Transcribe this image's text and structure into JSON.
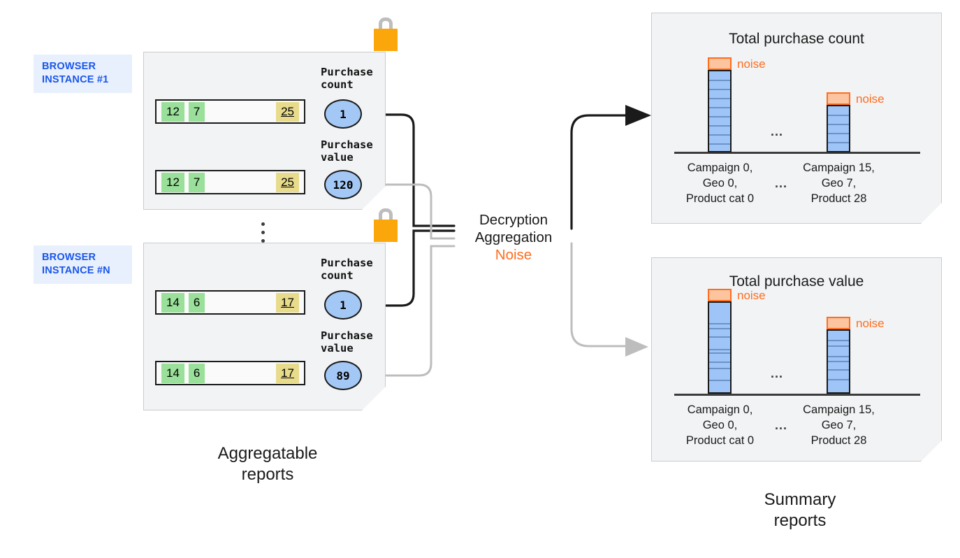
{
  "browser_instances": [
    {
      "tag": "BROWSER\nINSTANCE #1",
      "lock_icon": "padlock-icon",
      "rows": [
        {
          "metric_label": "Purchase\ncount",
          "badge_value": "1",
          "cells": [
            "12",
            "7",
            "25"
          ]
        },
        {
          "metric_label": "Purchase\nvalue",
          "badge_value": "120",
          "cells": [
            "12",
            "7",
            "25"
          ]
        }
      ]
    },
    {
      "tag": "BROWSER\nINSTANCE #N",
      "lock_icon": "padlock-icon",
      "rows": [
        {
          "metric_label": "Purchase\ncount",
          "badge_value": "1",
          "cells": [
            "14",
            "6",
            "17"
          ]
        },
        {
          "metric_label": "Purchase\nvalue",
          "badge_value": "89",
          "cells": [
            "14",
            "6",
            "17"
          ]
        }
      ]
    }
  ],
  "instances_ellipsis": "vertical-ellipsis",
  "process": {
    "line1": "Decryption",
    "line2": "Aggregation",
    "line3": "Noise"
  },
  "captions": {
    "left": "Aggregatable\nreports",
    "right": "Summary\nreports"
  },
  "colors": {
    "accent_blue": "#1a56e8",
    "tag_background": "#e8f0fe",
    "panel_fill": "#f1f3f4",
    "panel_border": "#c9cccf",
    "bar_blue": "#9fc5f8",
    "badge_blue": "#a4c8f5",
    "cell_green": "#9ae09a",
    "cell_yellow": "#e8dc8c",
    "noise_orange": "#ff6d1f",
    "noise_fill": "#fdc4a0",
    "lock_body": "#fba60a",
    "lock_shackle": "#bdbdbd",
    "wire_black": "#1a1a1a",
    "wire_grey": "#bdbdbd"
  },
  "chart_data": [
    {
      "type": "bar",
      "title": "Total purchase count",
      "categories": [
        "Campaign 0,\nGeo 0,\nProduct cat 0",
        "Campaign 15,\nGeo 7,\nProduct 28"
      ],
      "values": [
        9,
        5
      ],
      "noise": [
        1,
        1
      ],
      "noise_label": "noise",
      "segments": [
        [
          1,
          1,
          1,
          1,
          1,
          1,
          1,
          1,
          1
        ],
        [
          1,
          1,
          1,
          1,
          1
        ]
      ],
      "ellipsis": "...",
      "xlabel": "",
      "ylabel": "",
      "grid": false,
      "legend": "none"
    },
    {
      "type": "bar",
      "title": "Total purchase value",
      "categories": [
        "Campaign 0,\nGeo 0,\nProduct cat 0",
        "Campaign 15,\nGeo 7,\nProduct 28"
      ],
      "values": [
        10,
        7
      ],
      "noise": [
        1,
        1
      ],
      "noise_label": "noise",
      "segments": [
        [
          2.2,
          0.5,
          0.9,
          1.4,
          0.4,
          1.0,
          0.7,
          1.3,
          1.6
        ],
        [
          1.0,
          0.6,
          1.2,
          0.5,
          0.9,
          1.1,
          1.7
        ]
      ],
      "ellipsis": "...",
      "xlabel": "",
      "ylabel": "",
      "grid": false,
      "legend": "none"
    }
  ]
}
